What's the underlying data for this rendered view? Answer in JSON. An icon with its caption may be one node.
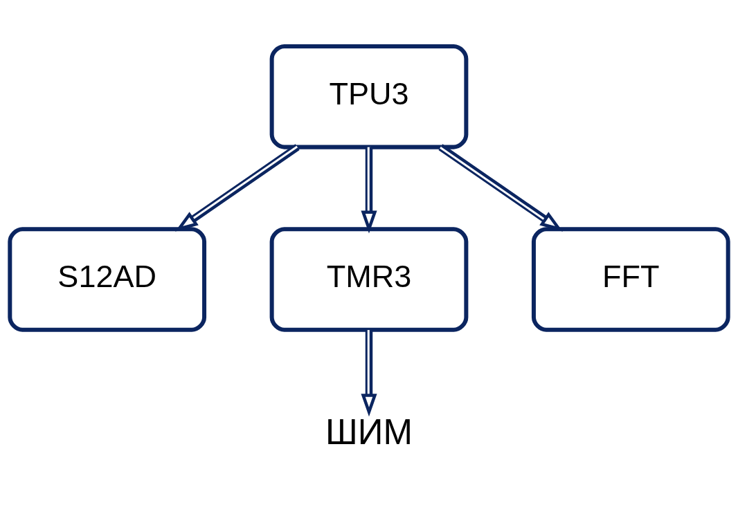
{
  "diagram": {
    "nodes": [
      {
        "text": [
          "TPU3"
        ]
      },
      {
        "text": [
          "S12AD"
        ]
      },
      {
        "text": [
          "TMR3"
        ]
      },
      {
        "text": [
          "FFT"
        ]
      },
      {
        "text": [
          "ШИМ"
        ]
      }
    ],
    "edges": [
      {
        "from": 0,
        "to": 1,
        "arrow": "to"
      },
      {
        "from": 0,
        "to": 2,
        "arrow": "to"
      },
      {
        "from": 0,
        "to": 3,
        "arrow": "to"
      },
      {
        "from": 2,
        "to": 4,
        "arrow": "to"
      }
    ]
  }
}
